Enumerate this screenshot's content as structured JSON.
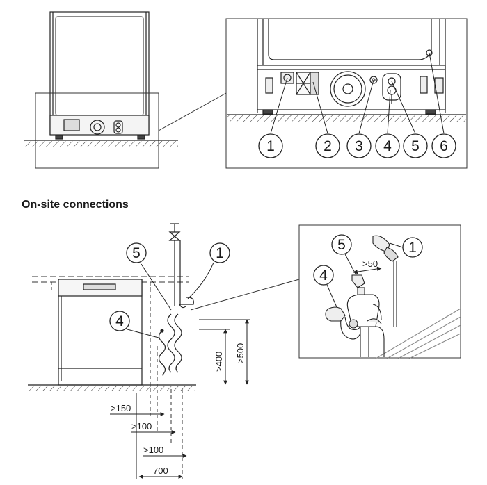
{
  "heading": "On-site connections",
  "top_callouts": [
    "1",
    "2",
    "3",
    "4",
    "5",
    "6"
  ],
  "site_callouts": {
    "inlet": "1",
    "drain": "4",
    "valve": "5"
  },
  "detail_callouts": {
    "inlet": "1",
    "drain": "4",
    "valve": "5"
  },
  "dimensions": {
    "d150": ">150",
    "d100a": ">100",
    "d100b": ">100",
    "d700": "700",
    "d400": ">400",
    "d500": ">500",
    "d50": ">50"
  }
}
